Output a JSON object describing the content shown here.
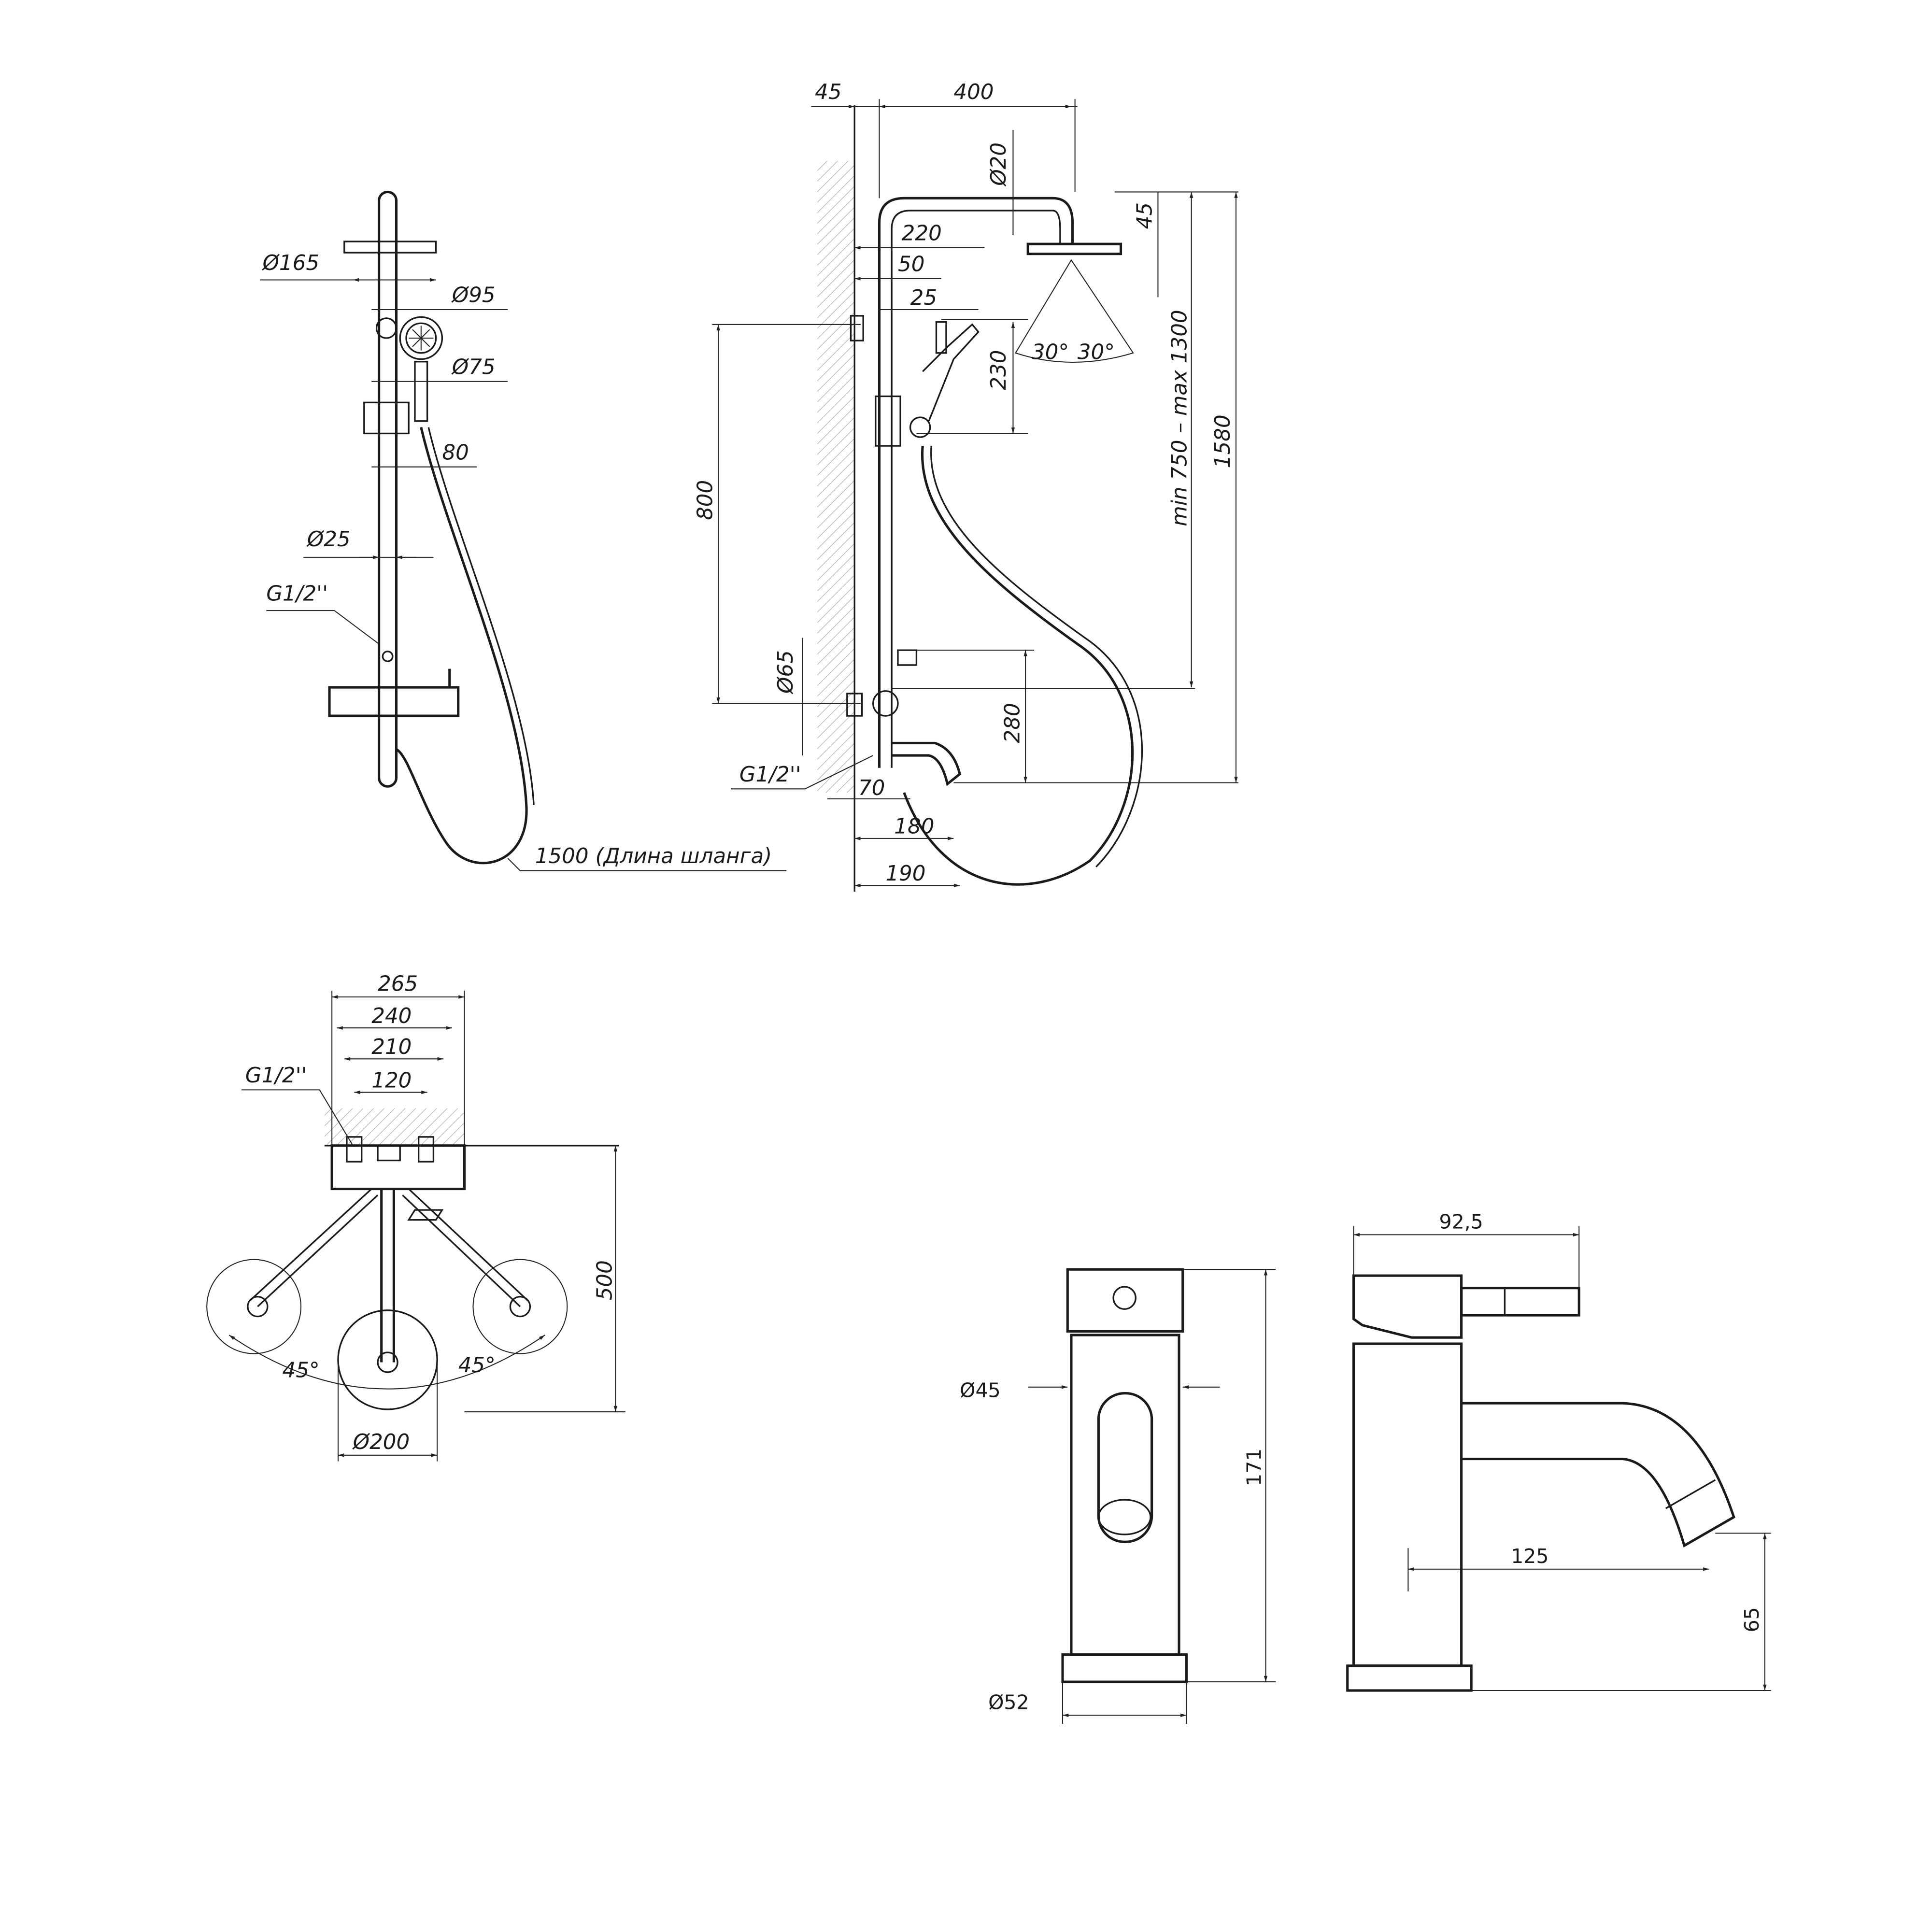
{
  "front_view": {
    "head_diameter": "Ø165",
    "hand_shower_diameter": "Ø95",
    "hand_shower_inner": "Ø75",
    "holder_offset": "80",
    "rod_diameter": "Ø25",
    "thread": "G1/2''",
    "hose_length": "1500 (Длина шланга)"
  },
  "side_view": {
    "wall_offset": "45",
    "arm_length": "400",
    "arm_diameter": "Ø20",
    "head_height": "45",
    "holder_220": "220",
    "holder_50": "50",
    "holder_25": "25",
    "hand_height": "230",
    "spray_angle_left": "30°",
    "spray_angle_right": "30°",
    "adjust_range": "min 750 – max 1300",
    "total_height": "1580",
    "inlet_spacing": "800",
    "flange_diameter": "Ø65",
    "spout_height": "280",
    "thread": "G1/2''",
    "spout_70": "70",
    "spout_180": "180",
    "spout_190": "190"
  },
  "top_view": {
    "width_265": "265",
    "width_240": "240",
    "width_210": "210",
    "width_120": "120",
    "thread": "G1/2''",
    "depth": "500",
    "angle_left": "45°",
    "angle_right": "45°",
    "head_diameter": "Ø200"
  },
  "faucet_front": {
    "body_diameter": "Ø45",
    "height": "171",
    "base_diameter": "Ø52"
  },
  "faucet_side": {
    "depth": "92,5",
    "spout_reach": "125",
    "spout_height": "65"
  }
}
